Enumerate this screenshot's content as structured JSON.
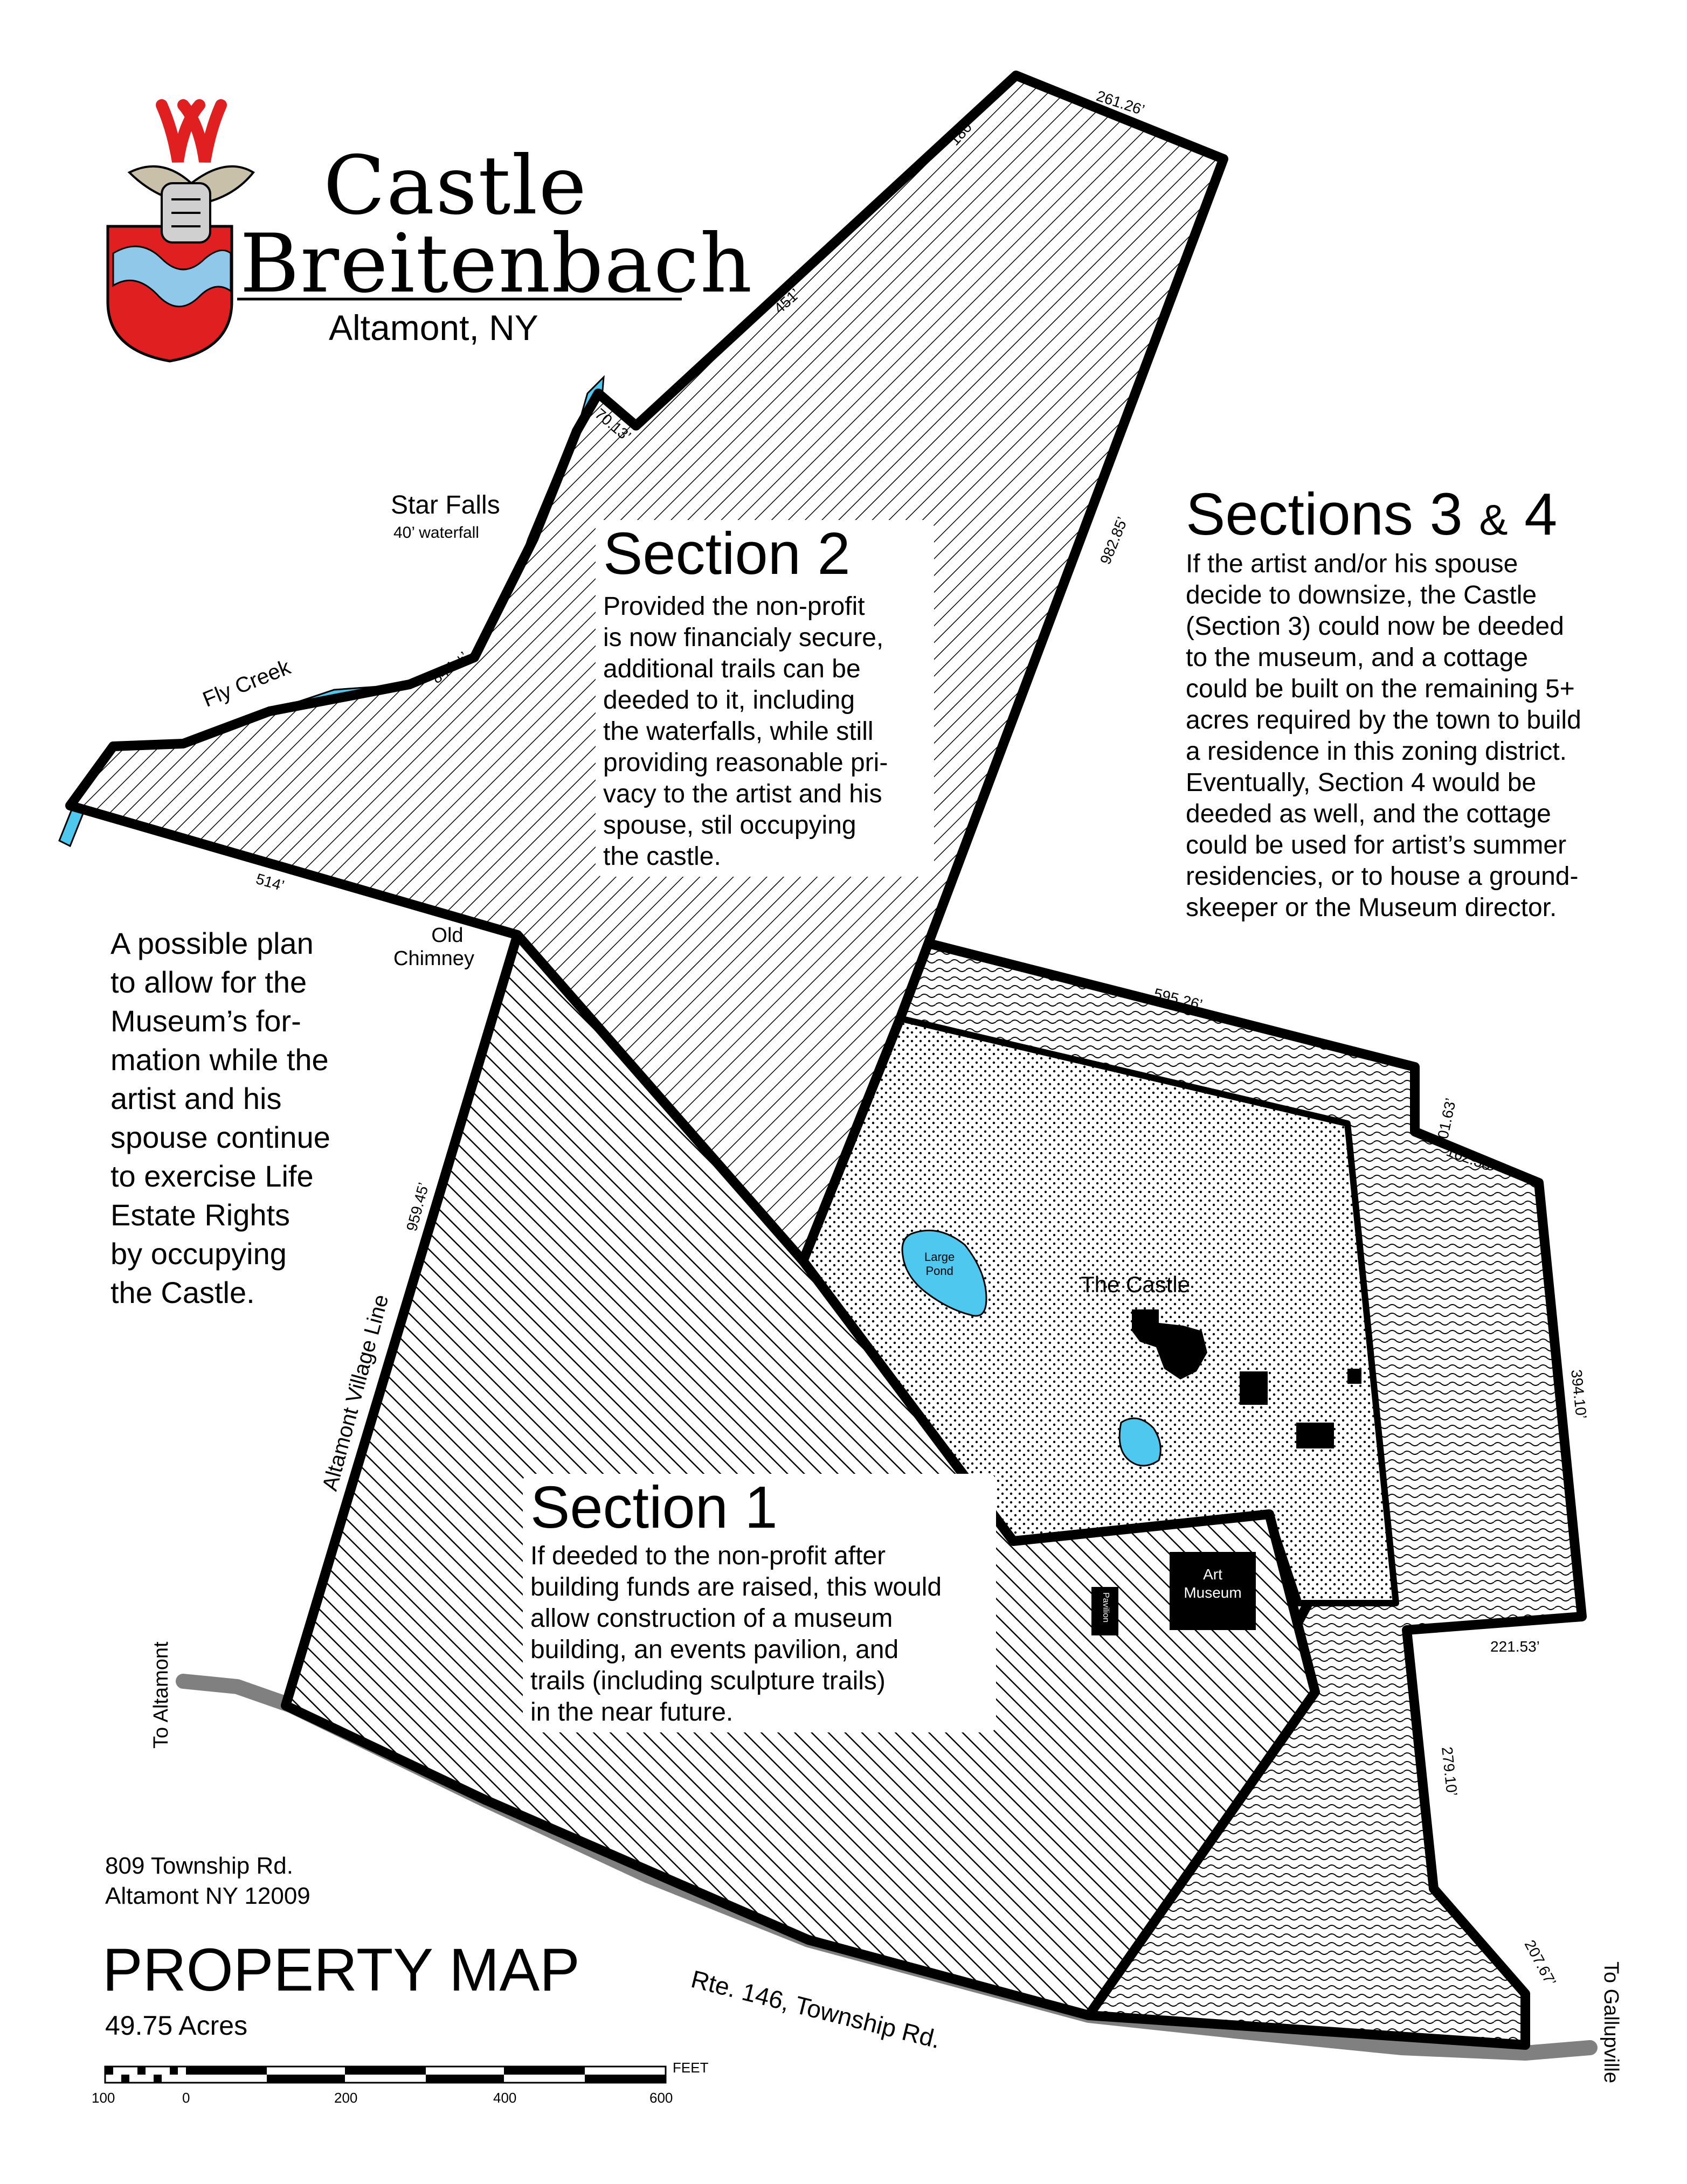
{
  "logo": {
    "line1": "Castle",
    "line2": "Breitenbach",
    "location": "Altamont, NY"
  },
  "sections": {
    "section2": {
      "title": "Section 2",
      "lines": [
        "Provided the non-profit",
        "is now financialy secure,",
        "additional trails can be",
        "deeded to it, including",
        "the waterfalls, while still",
        "providing reasonable pri-",
        "vacy to the artist and his",
        "spouse, stil occupying",
        "the castle."
      ]
    },
    "section34": {
      "title_main": "Sections 3",
      "title_amp": "&",
      "title_end": "4",
      "lines": [
        "If the artist and/or his spouse",
        "decide to downsize, the Castle",
        "(Section 3) could now be deeded",
        "to the museum, and a cottage",
        "could be built on the remaining 5+",
        "acres required by the town to build",
        "a residence in this zoning district.",
        "Eventually, Section 4 would be",
        "deeded as well, and the cottage",
        "could be used for artist’s summer",
        "residencies, or to house a ground-",
        "skeeper or the Museum director."
      ]
    },
    "section1": {
      "title": "Section 1",
      "lines": [
        "If deeded to the non-profit after",
        "building funds are raised, this would",
        "allow construction of a museum",
        "building, an events pavilion, and",
        "trails (including sculpture trails)",
        "in the near future."
      ]
    }
  },
  "plan_text": [
    "A possible plan",
    "to allow for the",
    "Museum’s for-",
    "mation while the",
    "artist and his",
    "spouse continue",
    "to exercise Life",
    "Estate Rights",
    "by occupying",
    "the Castle."
  ],
  "labels": {
    "star_falls": "Star Falls",
    "waterfall": "40’ waterfall",
    "fly_creek": "Fly Creek",
    "old_chimney_1": "Old",
    "old_chimney_2": "Chimney",
    "village_line": "Altamont Village Line",
    "the_castle": "The Castle",
    "large_pond_1": "Large",
    "large_pond_2": "Pond",
    "art_museum_1": "Art",
    "art_museum_2": "Museum",
    "pavilion": "Pavilion",
    "road": "Rte. 146, Township Rd.",
    "to_altamont": "To Altamont",
    "to_galllupville": "To Gallupville"
  },
  "dimensions": {
    "d261": "261.26’",
    "d180": "180’",
    "d451": "451’",
    "d70": "70.13’",
    "d982": "982.85’",
    "d844": "844 ±’",
    "d514": "514’",
    "d959": "959.45’",
    "d595": "595.26’",
    "d101": "101.63’",
    "d162": "162.38’",
    "d394": "394.10’",
    "d221": "221.53’",
    "d279": "279.10’",
    "d207": "207.67’"
  },
  "address": {
    "line1": "809 Township Rd.",
    "line2": "Altamont NY 12009"
  },
  "map_title": "PROPERTY MAP",
  "acres": "49.75 Acres",
  "scale": {
    "unit": "FEET",
    "ticks": [
      "100",
      "0",
      "200",
      "400",
      "600"
    ]
  },
  "colors": {
    "water": "#4fc8f0",
    "road": "#808080",
    "shield_red": "#e02020",
    "shield_blue": "#8fc8e8"
  }
}
